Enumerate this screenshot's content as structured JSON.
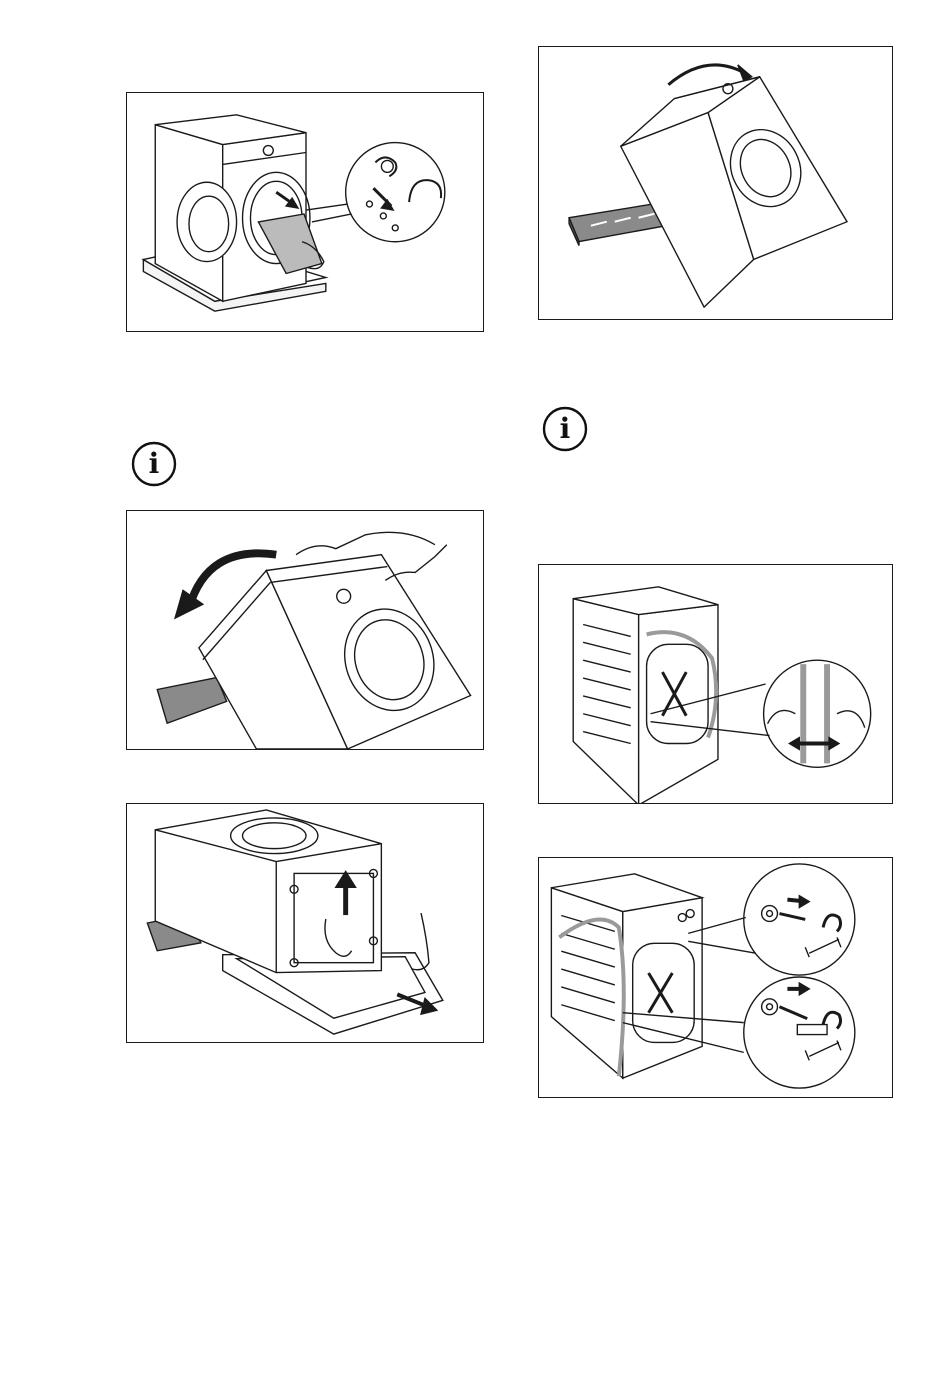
{
  "page": {
    "info_icon_glyph": "i",
    "colors": {
      "line": "#1a1a1a",
      "accent": "#111111",
      "tray": "#8a8a8a",
      "hose": "#9a9a9a"
    }
  },
  "figures": [
    {
      "id": "remove-bag-from-drum",
      "icon": "washing-machine-open-door-icon"
    },
    {
      "id": "tilt-machine-back-right",
      "icon": "washing-machine-tilt-icon"
    },
    {
      "id": "tilt-machine-back-left",
      "icon": "washing-machine-tilt-icon"
    },
    {
      "id": "remove-base-tray",
      "icon": "washing-machine-base-icon"
    },
    {
      "id": "remove-hose-clamps",
      "icon": "washing-machine-rear-icon"
    },
    {
      "id": "remove-transit-bolts",
      "icon": "washing-machine-rear-bolts-icon"
    }
  ]
}
